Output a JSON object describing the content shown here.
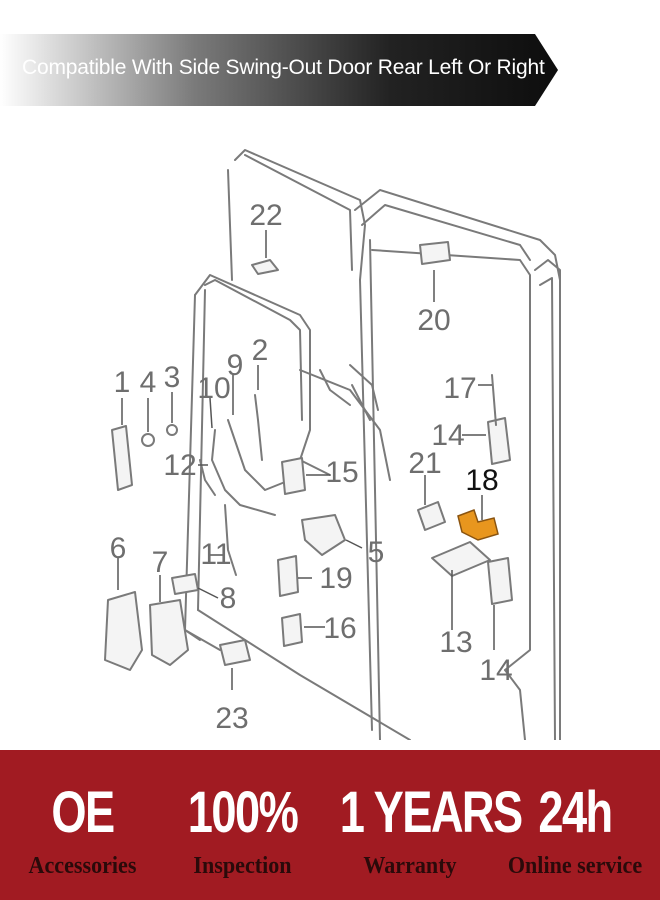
{
  "banner": {
    "text": "Compatible With Side Swing-Out Door Rear Left Or Right"
  },
  "diagram": {
    "callouts": [
      "22",
      "20",
      "2",
      "9",
      "1",
      "4",
      "3",
      "10",
      "17",
      "14",
      "21",
      "18",
      "12",
      "15",
      "5",
      "6",
      "7",
      "11",
      "19",
      "8",
      "16",
      "13",
      "14",
      "23"
    ],
    "highlighted_part": "18"
  },
  "colors": {
    "banner_dark": "#111111",
    "highlight": "#e8961e",
    "footer": "#a11b22"
  },
  "footer": {
    "badges": [
      {
        "big": "OE",
        "small": "Accessories"
      },
      {
        "big": "100%",
        "small": "Inspection"
      },
      {
        "big": "1 YEARS",
        "small": "Warranty"
      },
      {
        "big": "24h",
        "small": "Online service"
      }
    ]
  }
}
